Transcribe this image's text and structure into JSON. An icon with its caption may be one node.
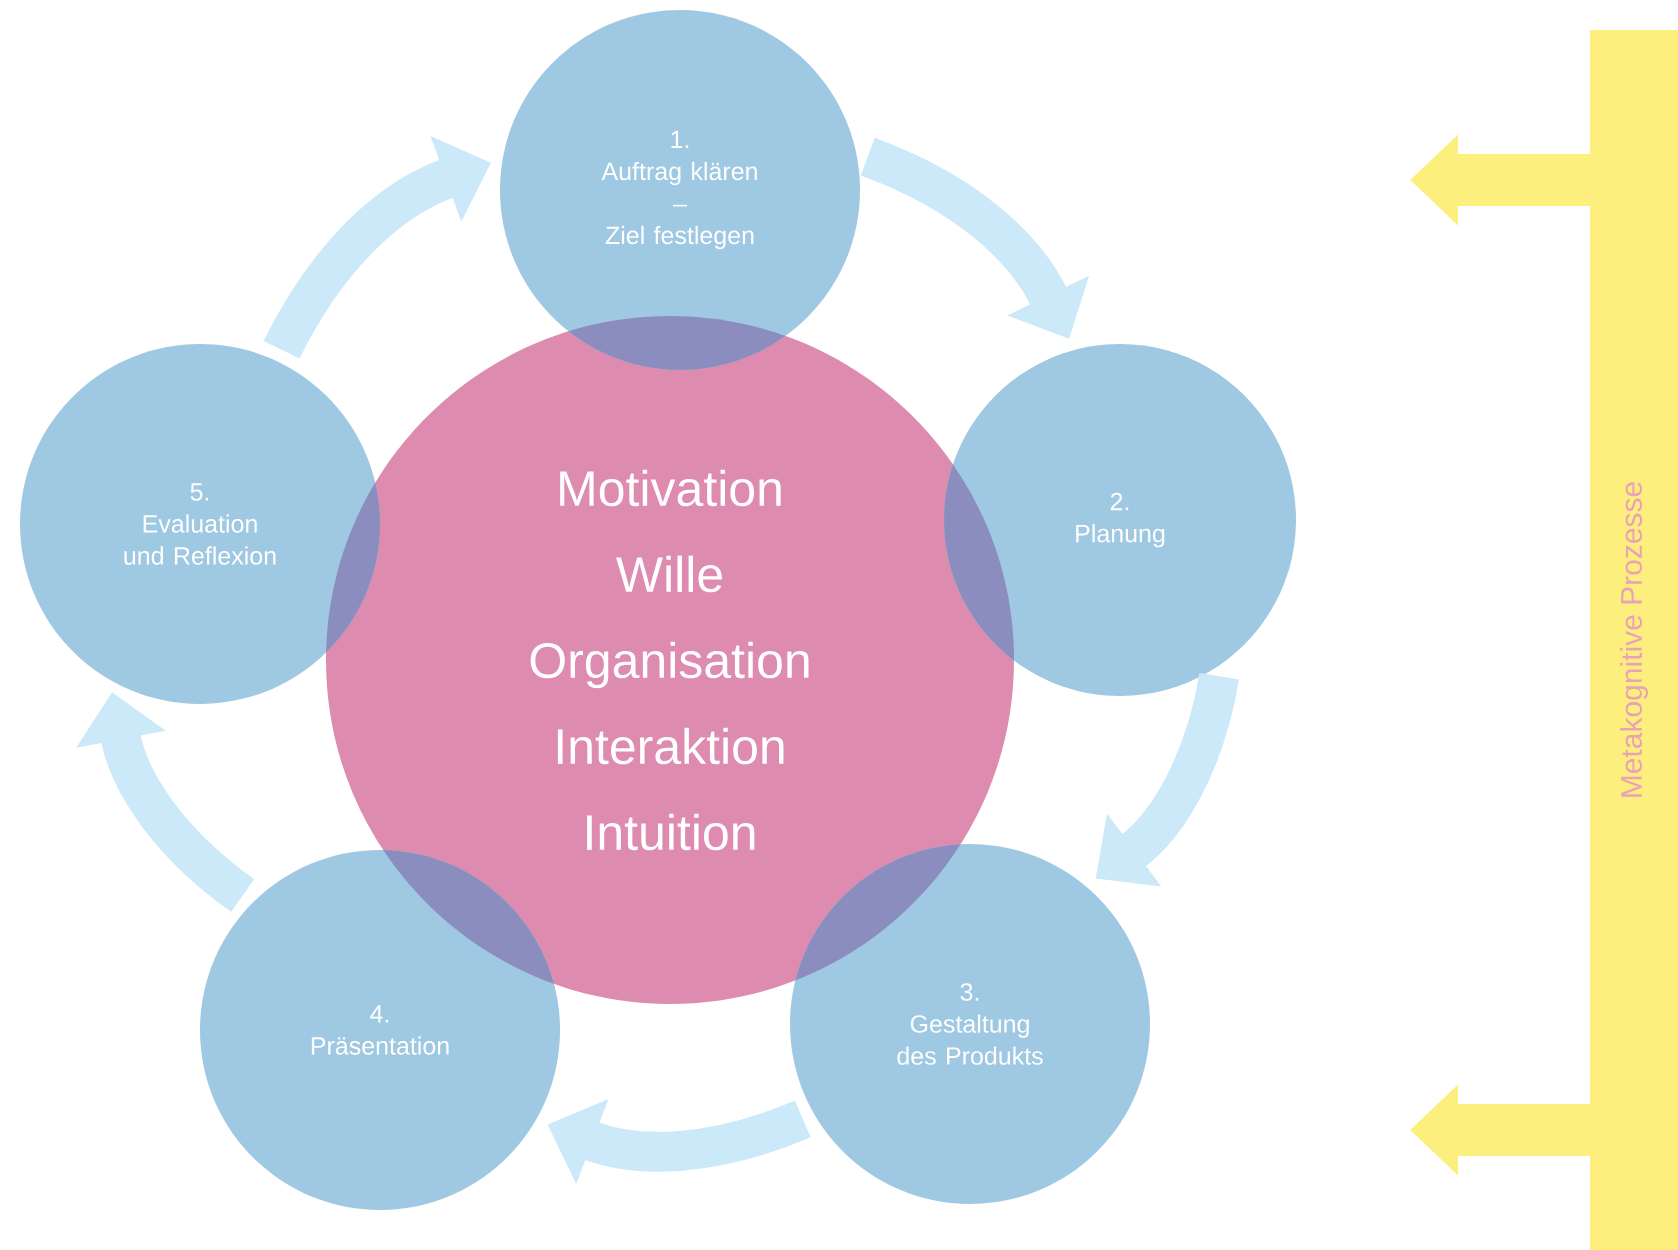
{
  "diagram": {
    "nodes": [
      {
        "text": [
          "Motivation",
          "Wille",
          "Organisation",
          "Interaktion",
          "Intuition"
        ]
      },
      {
        "text": [
          "1.",
          "Auftrag klären",
          "–",
          "Ziel festlegen"
        ]
      },
      {
        "text": [
          "2.",
          "Planung"
        ]
      },
      {
        "text": [
          "3.",
          "Gestaltung des Produkts"
        ]
      },
      {
        "text": [
          "4.",
          "Präsentation"
        ]
      },
      {
        "text": [
          "5.",
          "Evaluation und Reflexion"
        ]
      },
      {
        "text": [
          "Metakognitive Prozesse"
        ]
      }
    ],
    "edges": [
      {
        "from": 1,
        "to": 2,
        "arrow": "to"
      },
      {
        "from": 2,
        "to": 3,
        "arrow": "to"
      },
      {
        "from": 3,
        "to": 4,
        "arrow": "to"
      },
      {
        "from": 4,
        "to": 5,
        "arrow": "to"
      },
      {
        "from": 5,
        "to": 1,
        "arrow": "to"
      },
      {
        "from": 6,
        "to": null,
        "arrow": "to",
        "color": "#fcef7e"
      },
      {
        "from": 6,
        "to": null,
        "arrow": "to",
        "color": "#fcef7e"
      }
    ]
  }
}
